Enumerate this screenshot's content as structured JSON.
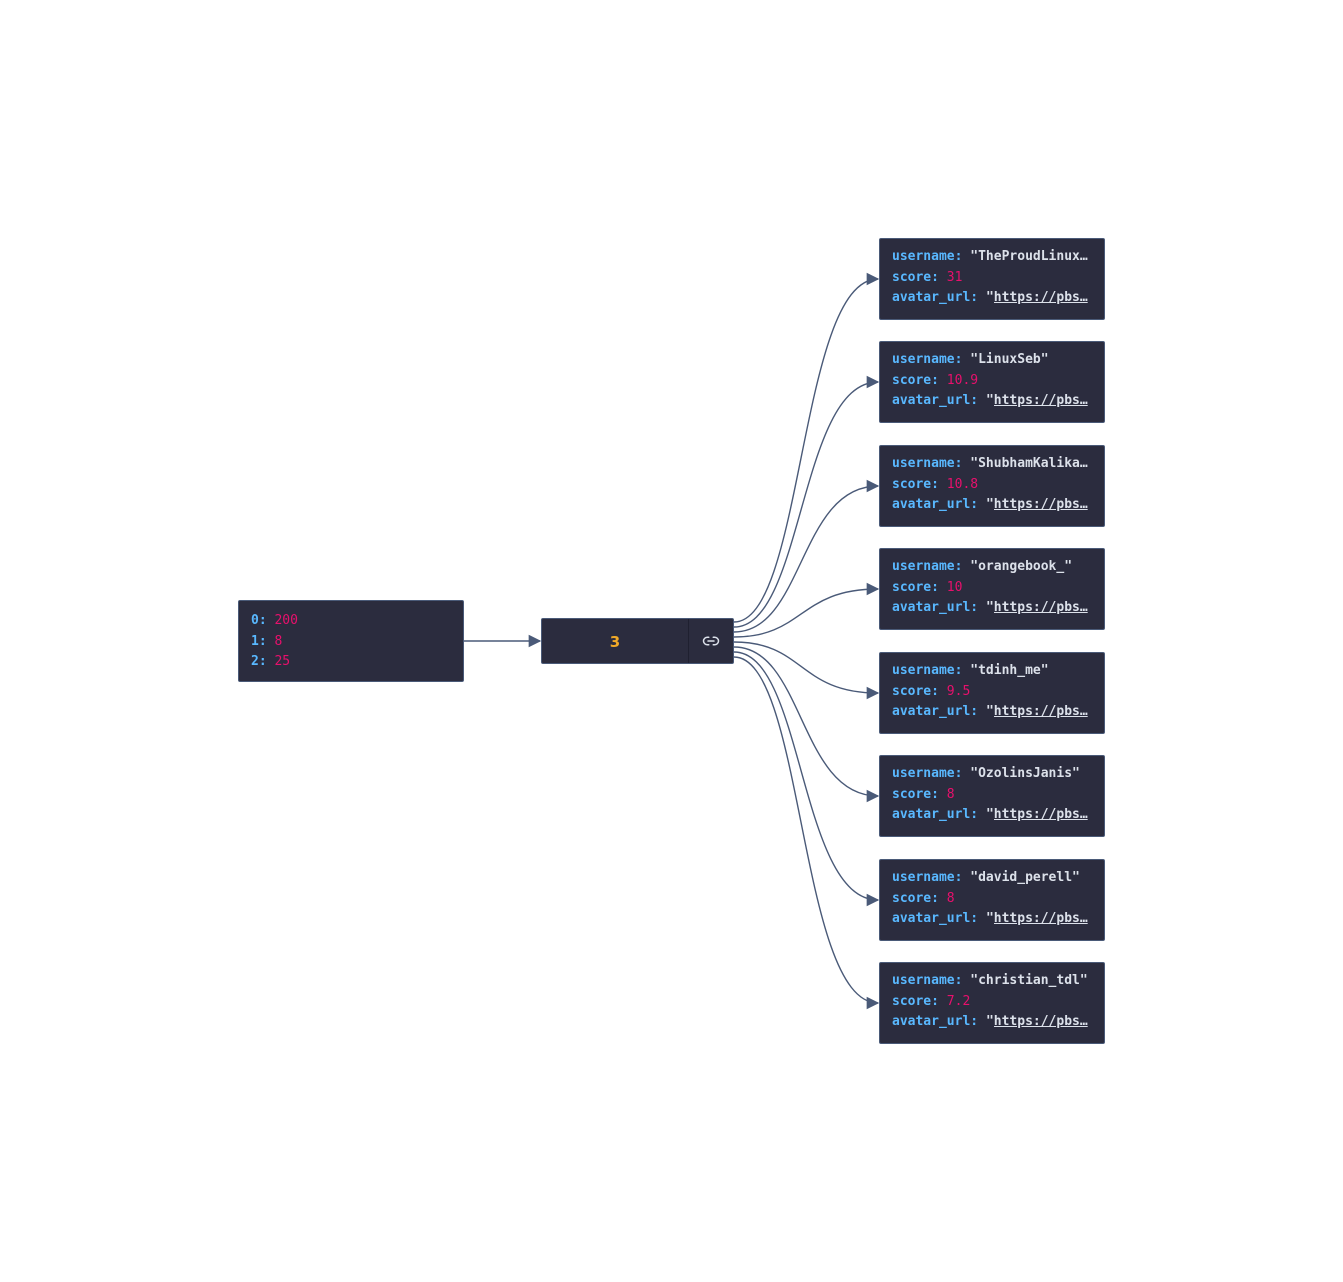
{
  "root": {
    "items": [
      {
        "key": "0",
        "value": "200"
      },
      {
        "key": "1",
        "value": "8"
      },
      {
        "key": "2",
        "value": "25"
      }
    ]
  },
  "count_node": {
    "value": "3"
  },
  "users": [
    {
      "username": "TheProudLinux…",
      "score": "31",
      "avatar_url": "https://pbs…"
    },
    {
      "username": "LinuxSeb",
      "score": "10.9",
      "avatar_url": "https://pbs…"
    },
    {
      "username": "ShubhamKalika…",
      "score": "10.8",
      "avatar_url": "https://pbs…"
    },
    {
      "username": "orangebook_",
      "score": "10",
      "avatar_url": "https://pbs…"
    },
    {
      "username": "tdinh_me",
      "score": "9.5",
      "avatar_url": "https://pbs…"
    },
    {
      "username": "OzolinsJanis",
      "score": "8",
      "avatar_url": "https://pbs…"
    },
    {
      "username": "david_perell",
      "score": "8",
      "avatar_url": "https://pbs…"
    },
    {
      "username": "christian_tdl",
      "score": "7.2",
      "avatar_url": "https://pbs…"
    }
  ],
  "labels": {
    "username_key": "username",
    "score_key": "score",
    "avatar_key": "avatar_url"
  },
  "colors": {
    "node_bg": "#2b2c3e",
    "key": "#59b8ff",
    "number": "#e8106c",
    "string": "#dce1ea",
    "count": "#f0a928",
    "edge": "#4a5a78"
  },
  "icons": {
    "link_button": "link-icon"
  }
}
